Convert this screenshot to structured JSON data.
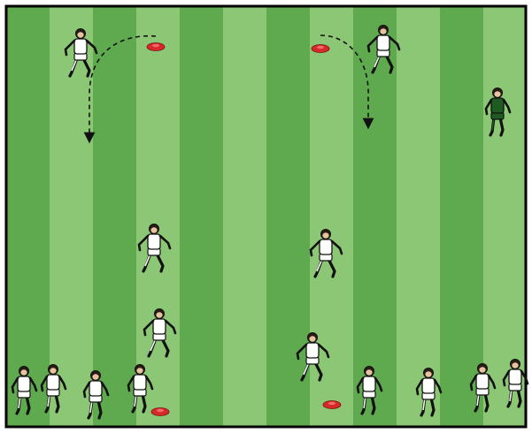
{
  "diagram": {
    "colors": {
      "stripe_dark": "#5faa4f",
      "stripe_light": "#8cc775",
      "cone": "#d42a2a",
      "player_kit": "#ffffff",
      "coach_kit": "#1f5a22",
      "outline": "#111111",
      "frame": "#000000"
    },
    "cones": [
      {
        "id": "cone-top-left"
      },
      {
        "id": "cone-top-right"
      },
      {
        "id": "cone-bottom-left"
      },
      {
        "id": "cone-bottom-right"
      }
    ],
    "paths": [
      {
        "id": "run-path-left",
        "style": "dashed-arrow"
      },
      {
        "id": "run-path-right",
        "style": "dashed-arrow"
      }
    ],
    "players": [
      {
        "id": "player-top-left",
        "pose": "run-down"
      },
      {
        "id": "player-top-right",
        "pose": "run-down"
      },
      {
        "id": "player-mid-left",
        "pose": "run-up"
      },
      {
        "id": "player-mid-right",
        "pose": "run-up"
      },
      {
        "id": "player-lower-left",
        "pose": "run-side"
      },
      {
        "id": "player-lower-right",
        "pose": "run-side"
      },
      {
        "id": "player-queue-1",
        "pose": "stand"
      },
      {
        "id": "player-queue-2",
        "pose": "stand"
      },
      {
        "id": "player-queue-3",
        "pose": "stand"
      },
      {
        "id": "player-queue-4",
        "pose": "stand"
      },
      {
        "id": "player-queue-5",
        "pose": "stand"
      },
      {
        "id": "player-queue-6",
        "pose": "stand"
      },
      {
        "id": "player-queue-7",
        "pose": "stand"
      },
      {
        "id": "player-queue-8",
        "pose": "stand"
      }
    ],
    "coach": {
      "id": "coach",
      "pose": "stand"
    }
  }
}
